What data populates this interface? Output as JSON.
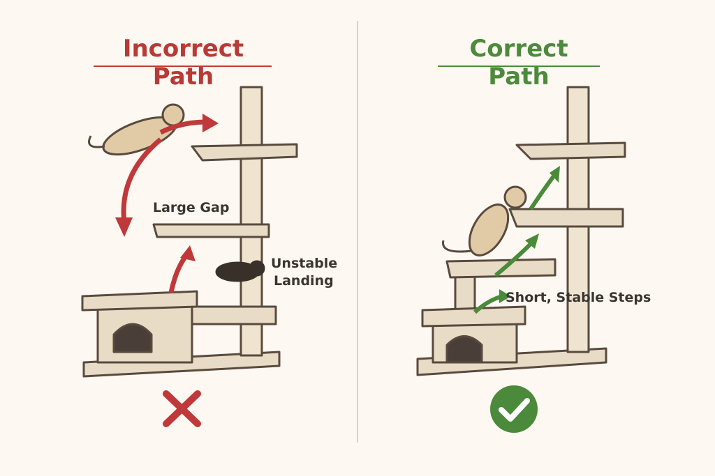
{
  "left": {
    "title": "Incorrect Path",
    "gap_label": "Large Gap",
    "landing_label": [
      "Unstable",
      "Landing"
    ],
    "verdict_icon": "red-x-icon"
  },
  "right": {
    "title": "Correct Path",
    "steps_label": "Short, Stable Steps",
    "verdict_icon": "green-check-icon"
  },
  "colors": {
    "red": "#c0393a",
    "green": "#4a8a3a",
    "background": "#fdf8f2",
    "wood": "#e8dcc6",
    "outline": "#5a4a3e"
  }
}
